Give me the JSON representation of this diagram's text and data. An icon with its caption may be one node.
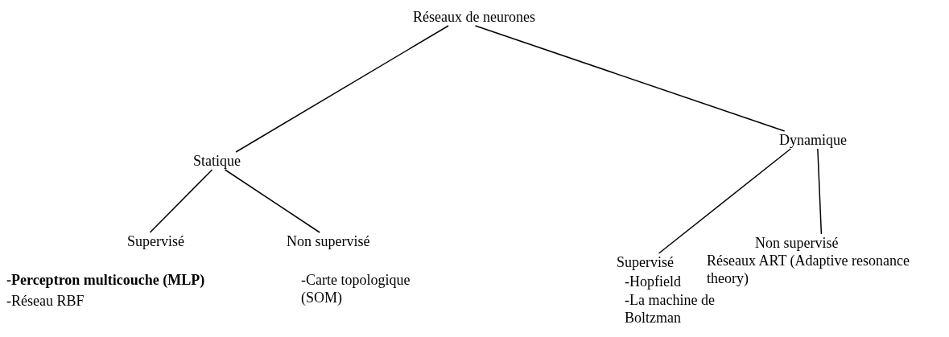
{
  "diagram": {
    "nodes": [
      {
        "text": [
          "Réseaux de neurones"
        ]
      },
      {
        "text": [
          "Statique"
        ]
      },
      {
        "text": [
          "Dynamique"
        ]
      },
      {
        "text": [
          "Supervisé"
        ]
      },
      {
        "text": [
          "Non supervisé"
        ]
      },
      {
        "text": [
          "Supervisé"
        ]
      },
      {
        "text": [
          "Non supervisé"
        ]
      }
    ],
    "edges": [
      {
        "from": 0,
        "to": 1,
        "arrow": "none"
      },
      {
        "from": 0,
        "to": 2,
        "arrow": "none"
      },
      {
        "from": 1,
        "to": 3,
        "arrow": "none"
      },
      {
        "from": 1,
        "to": 4,
        "arrow": "none"
      },
      {
        "from": 2,
        "to": 5,
        "arrow": "none"
      },
      {
        "from": 2,
        "to": 6,
        "arrow": "none"
      }
    ],
    "labels": [
      "-Perceptron multicouche (MLP)",
      "-Réseau RBF",
      "-Carte topologique (SOM)",
      "-Hopfield",
      "-La machine de Boltzman",
      "Réseaux ART (Adaptive resonance theory)"
    ]
  }
}
